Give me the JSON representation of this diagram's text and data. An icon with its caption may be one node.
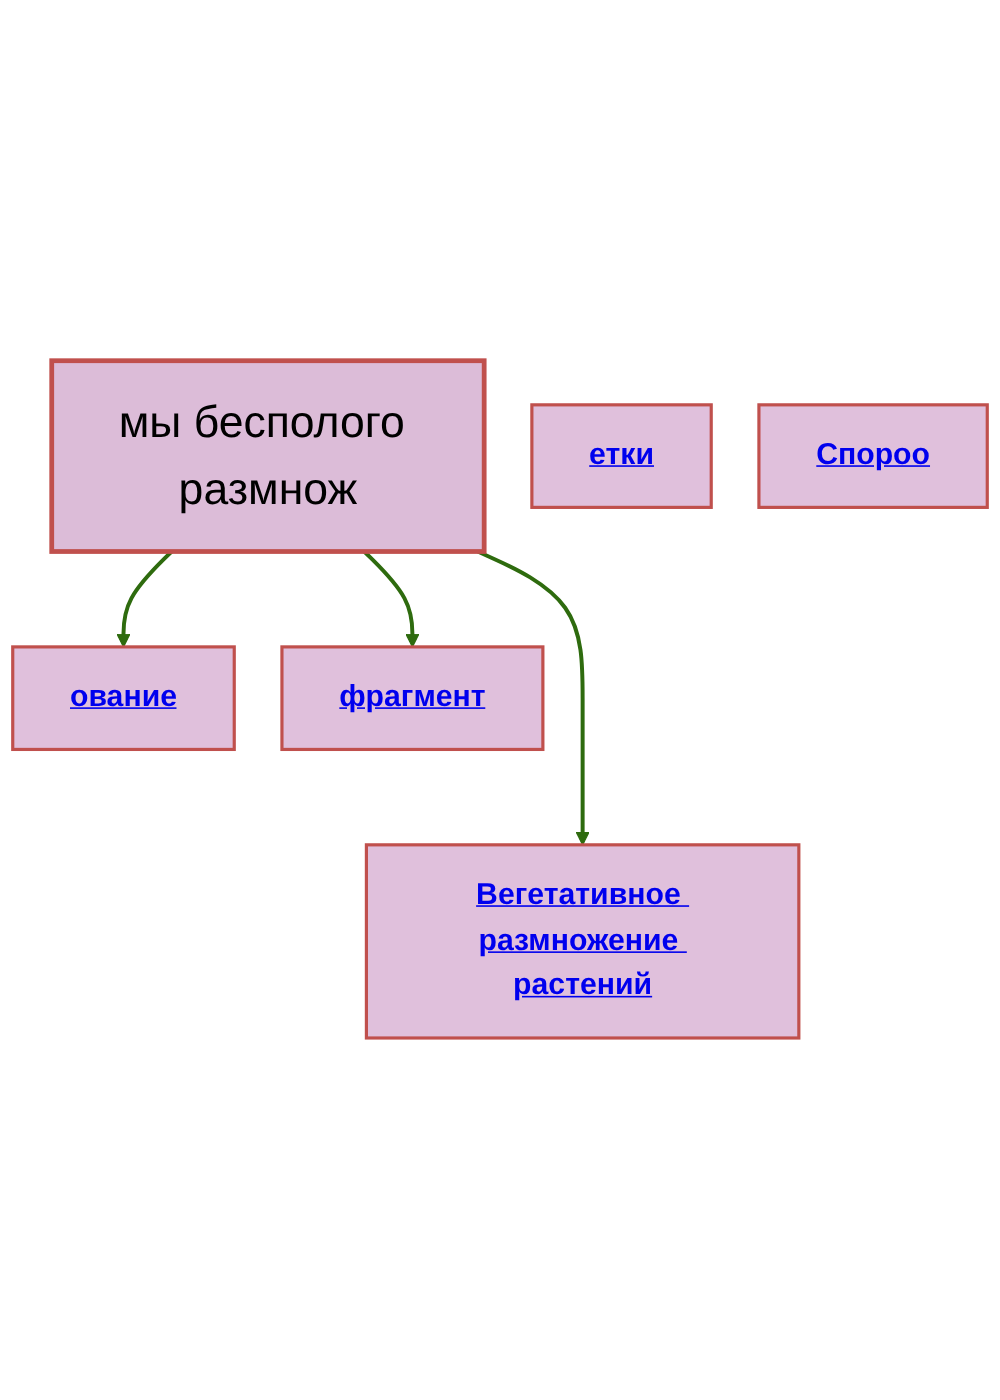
{
  "diagram": {
    "nodes": [
      {
        "text": [
          "мы бесполого размнож"
        ]
      },
      {
        "text": [
          "етки"
        ]
      },
      {
        "text": [
          "Спороо"
        ]
      },
      {
        "text": [
          "ование"
        ]
      },
      {
        "text": [
          "фрагмент"
        ]
      },
      {
        "text": [
          "Вегетативное размножение растений"
        ]
      }
    ],
    "edges": [
      {
        "from": 0,
        "to": 3,
        "arrow": "to"
      },
      {
        "from": 0,
        "to": 5,
        "arrow": "to"
      },
      {
        "from": 0,
        "to": 4,
        "arrow": "to"
      }
    ]
  }
}
